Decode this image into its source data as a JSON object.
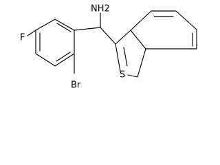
{
  "molecule": {
    "labels": {
      "amine": "NH2",
      "fluorine": "F",
      "bromine": "Br",
      "sulfur": "S"
    }
  }
}
